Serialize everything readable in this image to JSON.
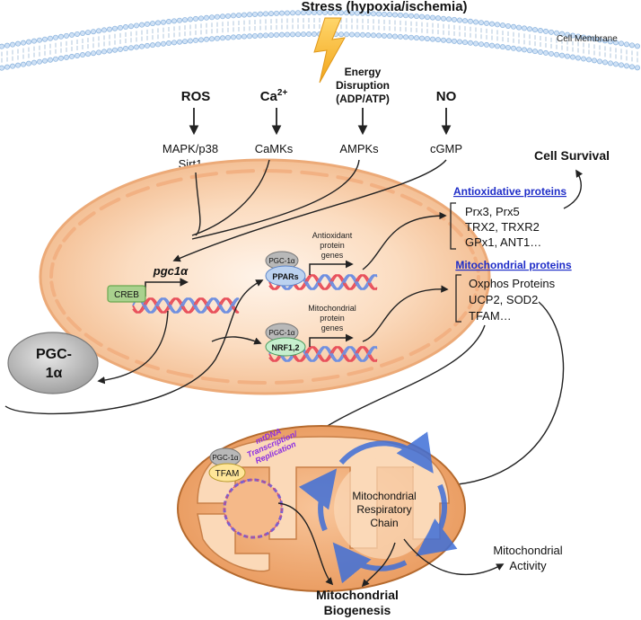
{
  "title": "Stress (hypoxia/ischemia)",
  "membrane_label": "Cell Membrane",
  "signals": {
    "ros": "ROS",
    "ca_base": "Ca",
    "ca_sup": "2+",
    "energy_line1": "Energy",
    "energy_line2": "Disruption",
    "energy_line3": "(ADP/ATP)",
    "no": "NO"
  },
  "mediators": {
    "mapk": "MAPK/p38",
    "sirt1": "Sirt1",
    "camks": "CaMKs",
    "ampks": "AMPKs",
    "cgmp": "cGMP"
  },
  "nucleus": {
    "gene": "pgc1α",
    "creb": "CREB",
    "pgc_small_1": "PGC-1α",
    "ppars": "PPARs",
    "antioxidant_genes": [
      "Antioxidant",
      "protein",
      "genes"
    ],
    "pgc_small_2": "PGC-1α",
    "nrf": "NRF1,2",
    "mito_genes": [
      "Mitochondrial",
      "protein",
      "genes"
    ]
  },
  "pgc_protein": [
    "PGC-",
    "1α"
  ],
  "cell_survival": "Cell Survival",
  "antioxidative": {
    "heading": "Antioxidative proteins",
    "items": [
      "Prx3, Prx5",
      "TRX2, TRXR2",
      "GPx1, ANT1…"
    ]
  },
  "mitochondrial_proteins": {
    "heading": "Mitochondrial proteins",
    "items": [
      "Oxphos Proteins",
      "UCP2, SOD2",
      "TFAM…"
    ]
  },
  "mitochondrion": {
    "pgc_small": "PGC-1α",
    "tfam": "TFAM",
    "mtdna": [
      "mtDNA",
      "Transcription/",
      "Replication"
    ],
    "chain": [
      "Mitochondrial",
      "Respiratory",
      "Chain"
    ]
  },
  "outcomes": {
    "activity": [
      "Mitochondrial",
      "Activity"
    ],
    "biogenesis": [
      "Mitochondrial",
      "Biogenesis"
    ]
  },
  "colors": {
    "cell_fill": "#f6c9a2",
    "membrane": "#8fb6df",
    "dna_red": "#e8505b",
    "dna_blue": "#6f8fe0",
    "heading_blue": "#1f2dc8",
    "creb_green": "#a9d18e",
    "nrf_green": "#c6efce",
    "ppar_blue": "#bcd2f0",
    "tfam_yellow": "#ffe699",
    "mtdna_purple": "#8a2be2",
    "lightning": "#f5b731"
  }
}
